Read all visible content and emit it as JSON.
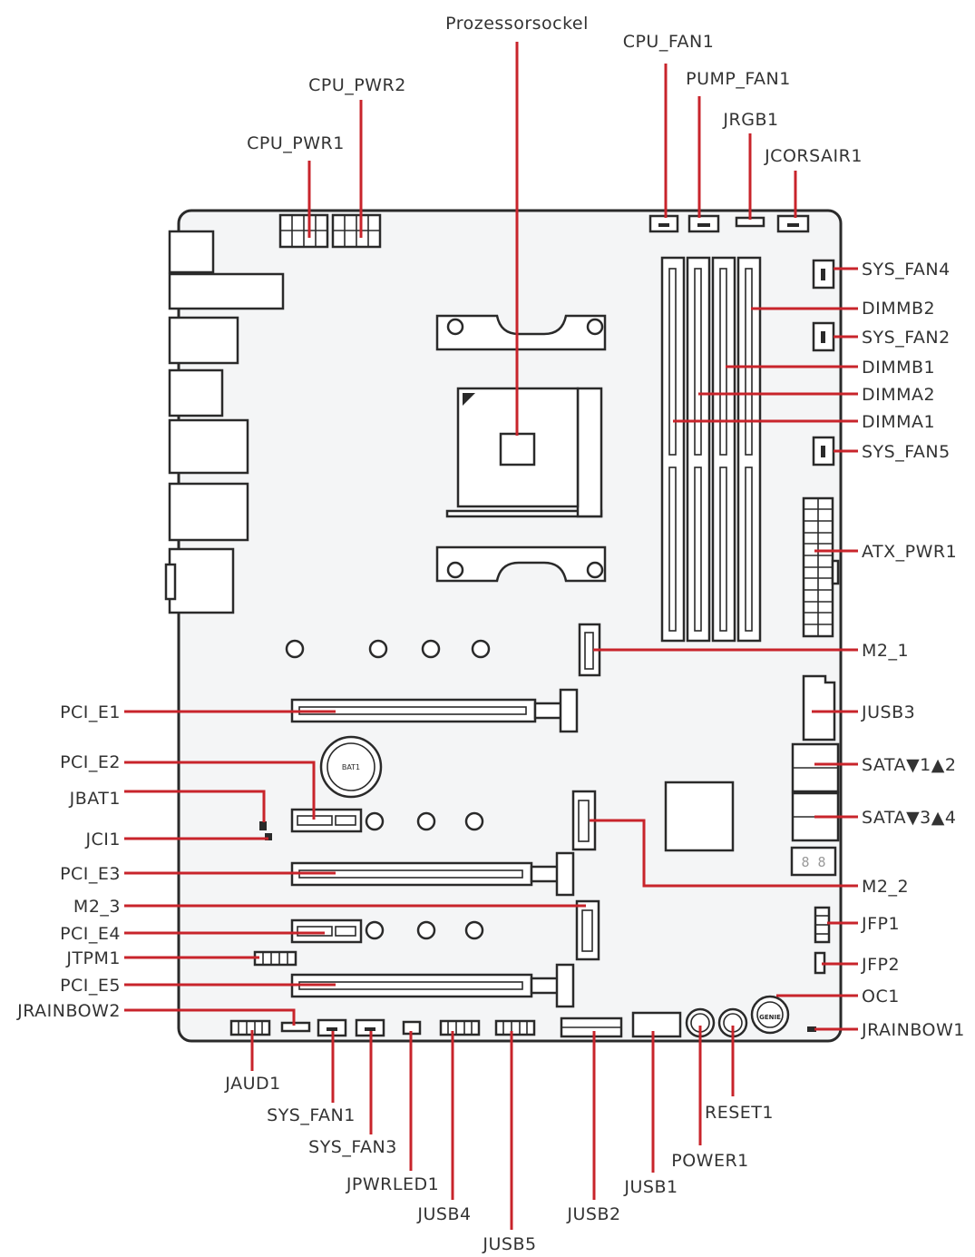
{
  "title": "Prozessorsockel",
  "labels": {
    "cpu_fan1": "CPU_FAN1",
    "pump_fan1": "PUMP_FAN1",
    "jrgb1": "JRGB1",
    "jcorsair1": "JCORSAIR1",
    "cpu_pwr2": "CPU_PWR2",
    "cpu_pwr1": "CPU_PWR1",
    "sys_fan4": "SYS_FAN4",
    "dimmb2": "DIMMB2",
    "sys_fan2": "SYS_FAN2",
    "dimmb1": "DIMMB1",
    "dimma2": "DIMMA2",
    "dimma1": "DIMMA1",
    "sys_fan5": "SYS_FAN5",
    "atx_pwr1": "ATX_PWR1",
    "m2_1": "M2_1",
    "jusb3": "JUSB3",
    "sata12": "SATA▼1▲2",
    "sata34": "SATA▼3▲4",
    "m2_2": "M2_2",
    "jfp1": "JFP1",
    "jfp2": "JFP2",
    "oc1": "OC1",
    "jrainbow1": "JRAINBOW1",
    "pci_e1": "PCI_E1",
    "pci_e2": "PCI_E2",
    "jbat1": "JBAT1",
    "jci1": "JCI1",
    "pci_e3": "PCI_E3",
    "m2_3": "M2_3",
    "pci_e4": "PCI_E4",
    "jtpm1": "JTPM1",
    "pci_e5": "PCI_E5",
    "jrainbow2": "JRAINBOW2",
    "jaud1": "JAUD1",
    "sys_fan1": "SYS_FAN1",
    "sys_fan3": "SYS_FAN3",
    "jpwrled1": "JPWRLED1",
    "jusb4": "JUSB4",
    "jusb5": "JUSB5",
    "jusb2": "JUSB2",
    "jusb1": "JUSB1",
    "power1": "POWER1",
    "reset1": "RESET1"
  },
  "board_marks": {
    "battery": "BAT1",
    "debug_led": "8 8",
    "genie": "GENIE"
  },
  "colors": {
    "leader": "#c8242b",
    "outline": "#2a2a2a",
    "text": "#333333",
    "board": "#f4f5f6"
  }
}
